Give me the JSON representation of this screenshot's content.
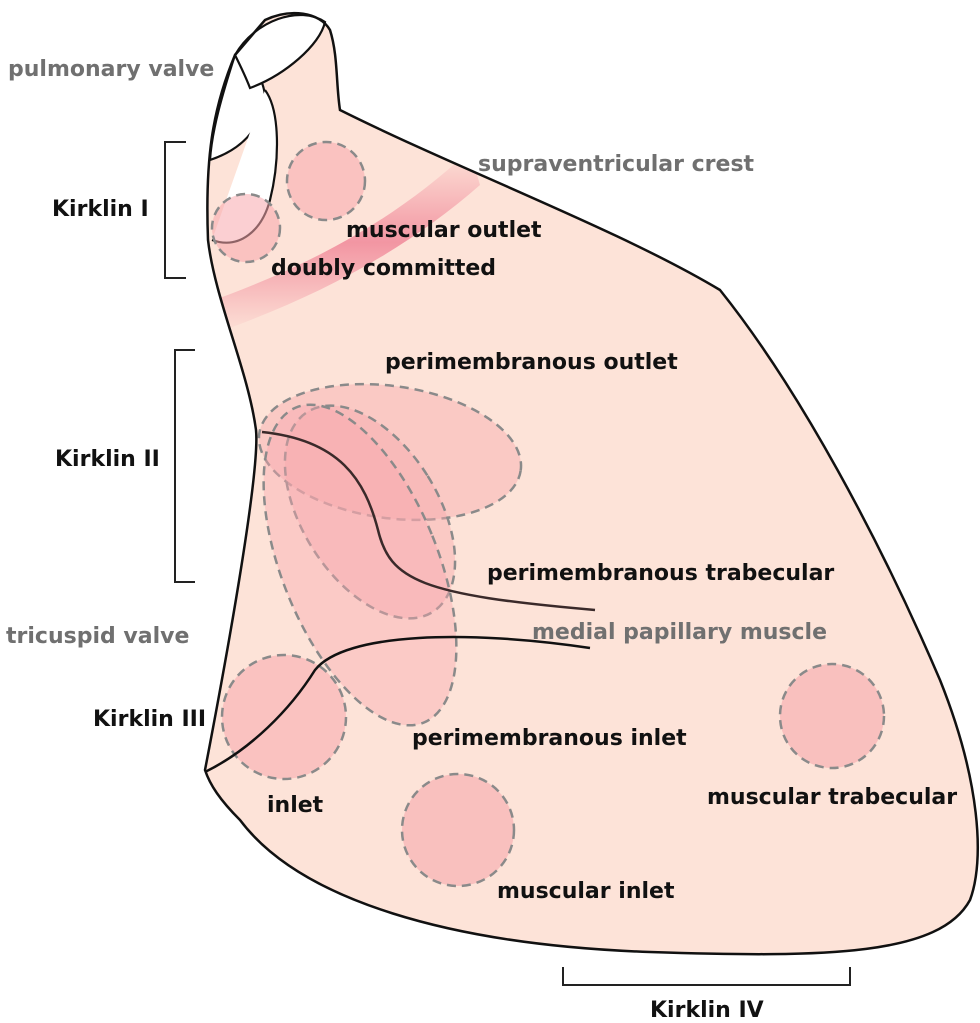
{
  "labels": {
    "pulmonary_valve": "pulmonary valve",
    "supraventricular_crest": "supraventricular crest",
    "muscular_outlet": "muscular outlet",
    "doubly_committed": "doubly committed",
    "perimembranous_outlet": "perimembranous outlet",
    "perimembranous_trabecular": "perimembranous trabecular",
    "medial_papillary_muscle": "medial papillary muscle",
    "tricuspid_valve": "tricuspid valve",
    "perimembranous_inlet": "perimembranous inlet",
    "inlet": "inlet",
    "muscular_inlet": "muscular inlet",
    "muscular_trabecular": "muscular trabecular"
  },
  "kirklin": {
    "i": "Kirklin I",
    "ii": "Kirklin II",
    "iii": "Kirklin III",
    "iv": "Kirklin IV"
  },
  "colors": {
    "septum_fill": "#fde3d8",
    "septum_outline": "#111111",
    "lesion_fill": "#f7a8ad",
    "crest_band": "#ef7e92",
    "dashed_outline": "#8a8a8a",
    "label_dark": "#111111",
    "label_gray": "#707070"
  }
}
